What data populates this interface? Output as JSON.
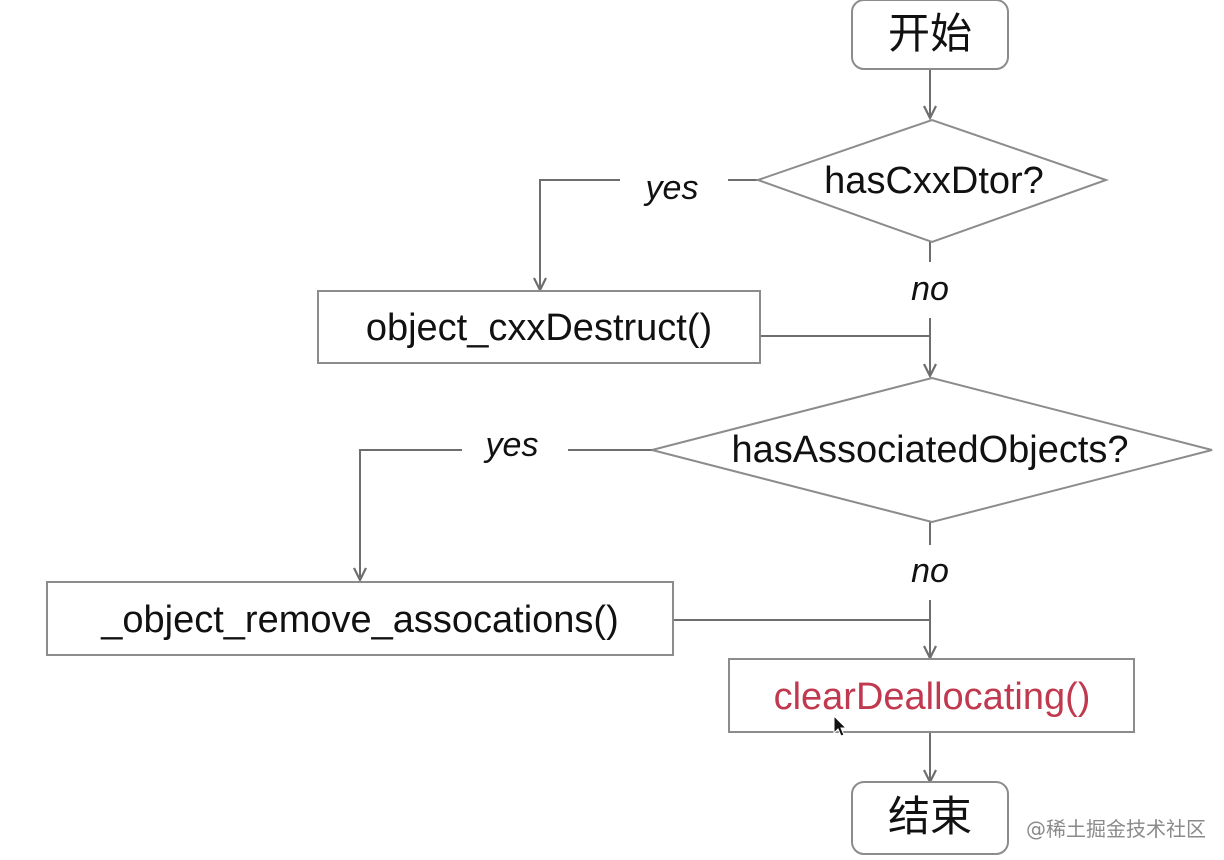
{
  "diagram": {
    "nodes": {
      "start": "开始",
      "has_cxx_dtor": "hasCxxDtor?",
      "object_cxx_destruct": "object_cxxDestruct()",
      "has_associated_objects": "hasAssociatedObjects?",
      "object_remove_assocations": "_object_remove_assocations()",
      "clear_deallocating": "clearDeallocating()",
      "end": "结束"
    },
    "edge_labels": {
      "cxx_dtor_yes": "yes",
      "cxx_dtor_no": "no",
      "assoc_yes": "yes",
      "assoc_no": "no"
    },
    "highlight_color": "#c0394e",
    "line_color": "#6e6e6e",
    "border_color": "#8c8c8c"
  },
  "watermark": "@稀土掘金技术社区"
}
